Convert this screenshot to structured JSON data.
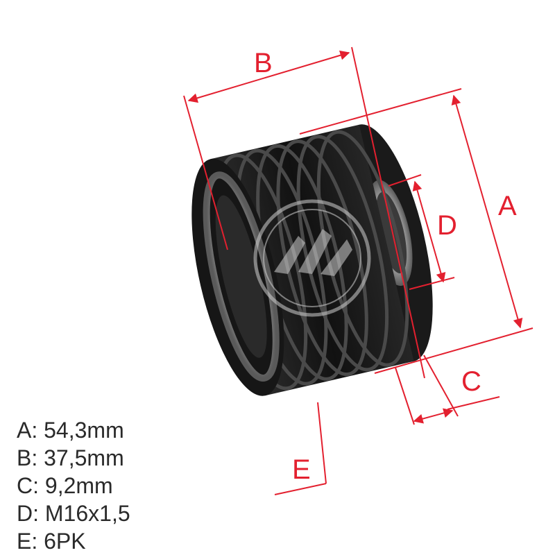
{
  "colors": {
    "dimension_red": "#e3202f",
    "label_red": "#e3202f",
    "body_dark": "#1e1e1e",
    "rim_grey": "#8a8a8a",
    "watermark": "#cfcfcf",
    "spec_text": "#2a2a2a"
  },
  "dimension_labels": {
    "a": "A",
    "b": "B",
    "c": "C",
    "d": "D",
    "e": "E"
  },
  "specs": [
    {
      "key": "A",
      "separator": ": ",
      "value": "54,3mm"
    },
    {
      "key": "B",
      "separator": ": ",
      "value": "37,5mm"
    },
    {
      "key": "C",
      "separator": ": ",
      "value": "9,2mm"
    },
    {
      "key": "D",
      "separator": ": ",
      "value": "M16x1,5"
    },
    {
      "key": "E",
      "separator": ": ",
      "value": "6PK"
    }
  ],
  "watermark_icon": "logo-watermark-icon"
}
